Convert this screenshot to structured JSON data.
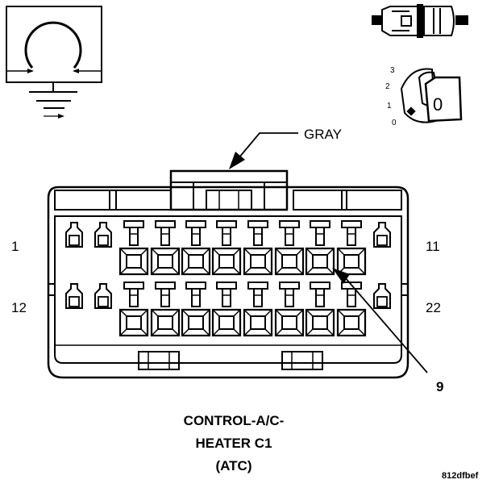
{
  "connector": {
    "color_label": "GRAY",
    "pin_1": "1",
    "pin_11": "11",
    "pin_12": "12",
    "pin_22": "22",
    "callout_pin": "9"
  },
  "caption": {
    "line1": "CONTROL-A/C-",
    "line2": "HEATER C1",
    "line3": "(ATC)"
  },
  "rotary_switch": {
    "positions": [
      "3",
      "2",
      "1",
      "0"
    ],
    "knob_label": "0"
  },
  "figure_id": "812dfbef"
}
